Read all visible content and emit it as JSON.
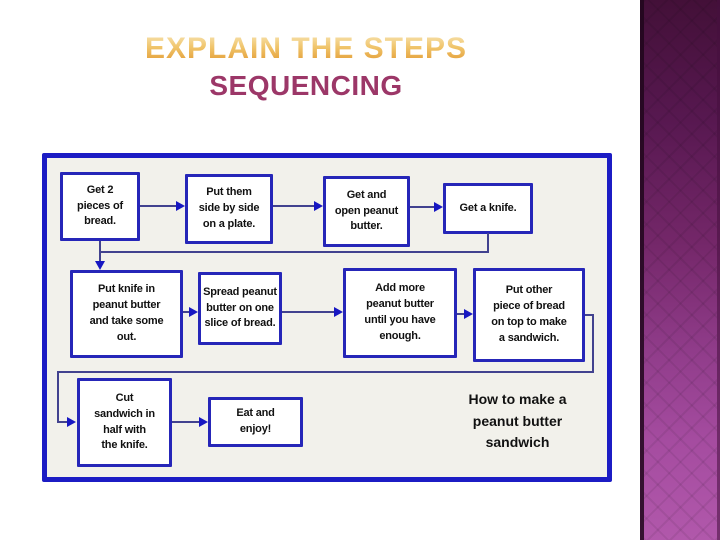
{
  "title": {
    "text": "EXPLAIN THE STEPS",
    "color_top": "#F8E7BB",
    "color_bottom": "#E0932A"
  },
  "subtitle": {
    "text": "SEQUENCING",
    "color": "#9C3768"
  },
  "flowchart": {
    "caption": "How to make a\npeanut butter\nsandwich",
    "frame_border_color": "#1C1CC4",
    "frame_background": "#F2F1EB",
    "box_border_color": "#2626B8",
    "box_background": "#FFFFFF",
    "connector_line_color": "#42428F",
    "arrowhead_color": "#1717C2",
    "boxes": [
      {
        "id": "step-1",
        "text": "Get 2\npieces of\nbread."
      },
      {
        "id": "step-2",
        "text": "Put them\nside by side\non a plate."
      },
      {
        "id": "step-3",
        "text": "Get and\nopen peanut\nbutter."
      },
      {
        "id": "step-4",
        "text": "Get a knife."
      },
      {
        "id": "step-5",
        "text": "Put knife in\npeanut butter\nand take some\nout."
      },
      {
        "id": "step-6",
        "text": "Spread peanut\nbutter on one\nslice of bread."
      },
      {
        "id": "step-7",
        "text": "Add more\npeanut butter\nuntil you have\nenough."
      },
      {
        "id": "step-8",
        "text": "Put other\npiece of bread\non top to make\na sandwich."
      },
      {
        "id": "step-9",
        "text": "Cut\nsandwich in\nhalf with\nthe knife."
      },
      {
        "id": "step-10",
        "text": "Eat and\nenjoy!"
      }
    ]
  },
  "sidebar": {
    "gradient_top": "#431038",
    "gradient_bottom": "#B158AB",
    "pattern": "diamond-tile"
  }
}
